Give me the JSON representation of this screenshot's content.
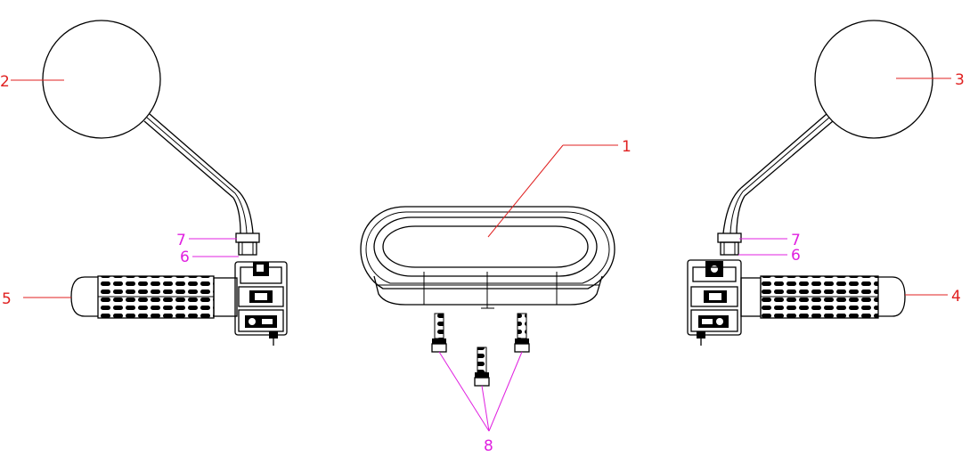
{
  "callouts": {
    "display": "1",
    "left_mirror": "2",
    "right_mirror": "3",
    "right_grip": "4",
    "left_grip": "5",
    "left_nut": "6",
    "right_nut": "6",
    "left_washer": "7",
    "right_washer": "7",
    "screws": "8"
  },
  "colors": {
    "callout_red": "#e02020",
    "callout_magenta": "#e020e0",
    "line": "#000000"
  }
}
